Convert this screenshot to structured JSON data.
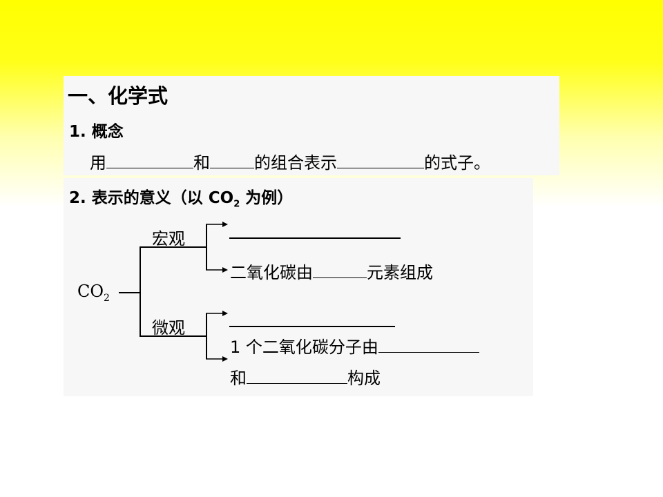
{
  "section": {
    "title": "一、化学式"
  },
  "concept": {
    "heading": "1. 概念",
    "sentence": {
      "p1": "用",
      "p2": "和",
      "p3": "的组合表示",
      "p4": "的式子。"
    }
  },
  "meaning": {
    "heading": "2. 表示的意义（以 CO",
    "heading_sub": "2",
    "heading_tail": " 为例）",
    "root": "CO",
    "root_sub": "2",
    "macro": {
      "label": "宏观",
      "line2_prefix": "二氧化碳由",
      "line2_suffix": "元素组成"
    },
    "micro": {
      "label": "微观",
      "line2_prefix": "1 个二氧化碳分子由",
      "line3_prefix": "和",
      "line3_suffix": "构成"
    }
  }
}
